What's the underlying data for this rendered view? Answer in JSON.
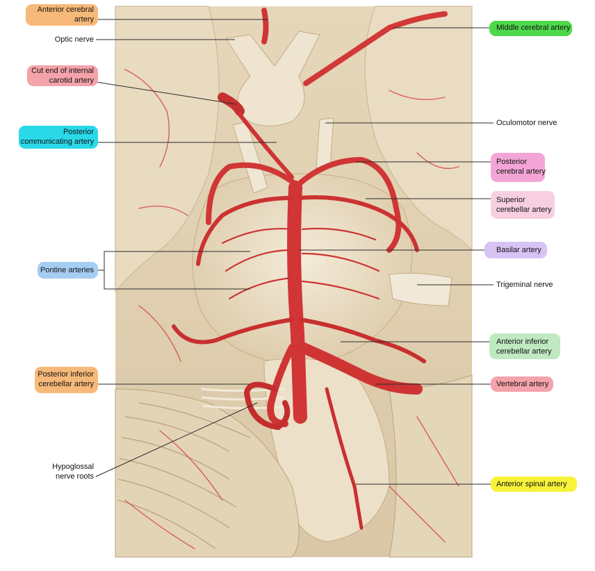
{
  "labels_left": [
    {
      "key": "anterior_cerebral",
      "lines": [
        "Anterior cerebral",
        "artery"
      ],
      "highlight": "#f7b979"
    },
    {
      "key": "optic_nerve",
      "lines": [
        "Optic nerve"
      ],
      "highlight": null
    },
    {
      "key": "cut_internal_carotid",
      "lines": [
        "Cut end of internal",
        "carotid artery"
      ],
      "highlight": "#f4a3aa"
    },
    {
      "key": "posterior_communicating",
      "lines": [
        "Posterior",
        "communicating artery"
      ],
      "highlight": "#29d9e8"
    },
    {
      "key": "pontine",
      "lines": [
        "Pontine arteries"
      ],
      "highlight": "#a6cdf3"
    },
    {
      "key": "posterior_inferior_cerebellar",
      "lines": [
        "Posterior inferior",
        "cerebellar artery"
      ],
      "highlight": "#f7b979"
    },
    {
      "key": "hypoglossal",
      "lines": [
        "Hypoglossal",
        "nerve roots"
      ],
      "highlight": null
    }
  ],
  "labels_right": [
    {
      "key": "middle_cerebral",
      "lines": [
        "Middle cerebral artery"
      ],
      "highlight": "#4ed94b"
    },
    {
      "key": "oculomotor",
      "lines": [
        "Oculomotor nerve"
      ],
      "highlight": null
    },
    {
      "key": "posterior_cerebral",
      "lines": [
        "Posterior",
        "cerebral artery"
      ],
      "highlight": "#f3a6d6"
    },
    {
      "key": "superior_cerebellar",
      "lines": [
        "Superior",
        "cerebellar artery"
      ],
      "highlight": "#f7cfe0"
    },
    {
      "key": "basilar",
      "lines": [
        "Basilar artery"
      ],
      "highlight": "#d8c3f5"
    },
    {
      "key": "trigeminal",
      "lines": [
        "Trigeminal nerve"
      ],
      "highlight": null
    },
    {
      "key": "anterior_inferior_cerebellar",
      "lines": [
        "Anterior inferior",
        "cerebellar artery"
      ],
      "highlight": "#bfe9c1"
    },
    {
      "key": "vertebral",
      "lines": [
        "Vertebral artery"
      ],
      "highlight": "#f4a3aa"
    },
    {
      "key": "anterior_spinal",
      "lines": [
        "Anterior spinal artery"
      ],
      "highlight": "#f7f23a"
    }
  ],
  "colors": {
    "tissue_light": "#efe3cc",
    "tissue_mid": "#e2d2b3",
    "tissue_shadow": "#c8b08c",
    "artery": "#d63a3a",
    "artery_dark": "#b22424",
    "leader_line": "#2a2a2a"
  }
}
